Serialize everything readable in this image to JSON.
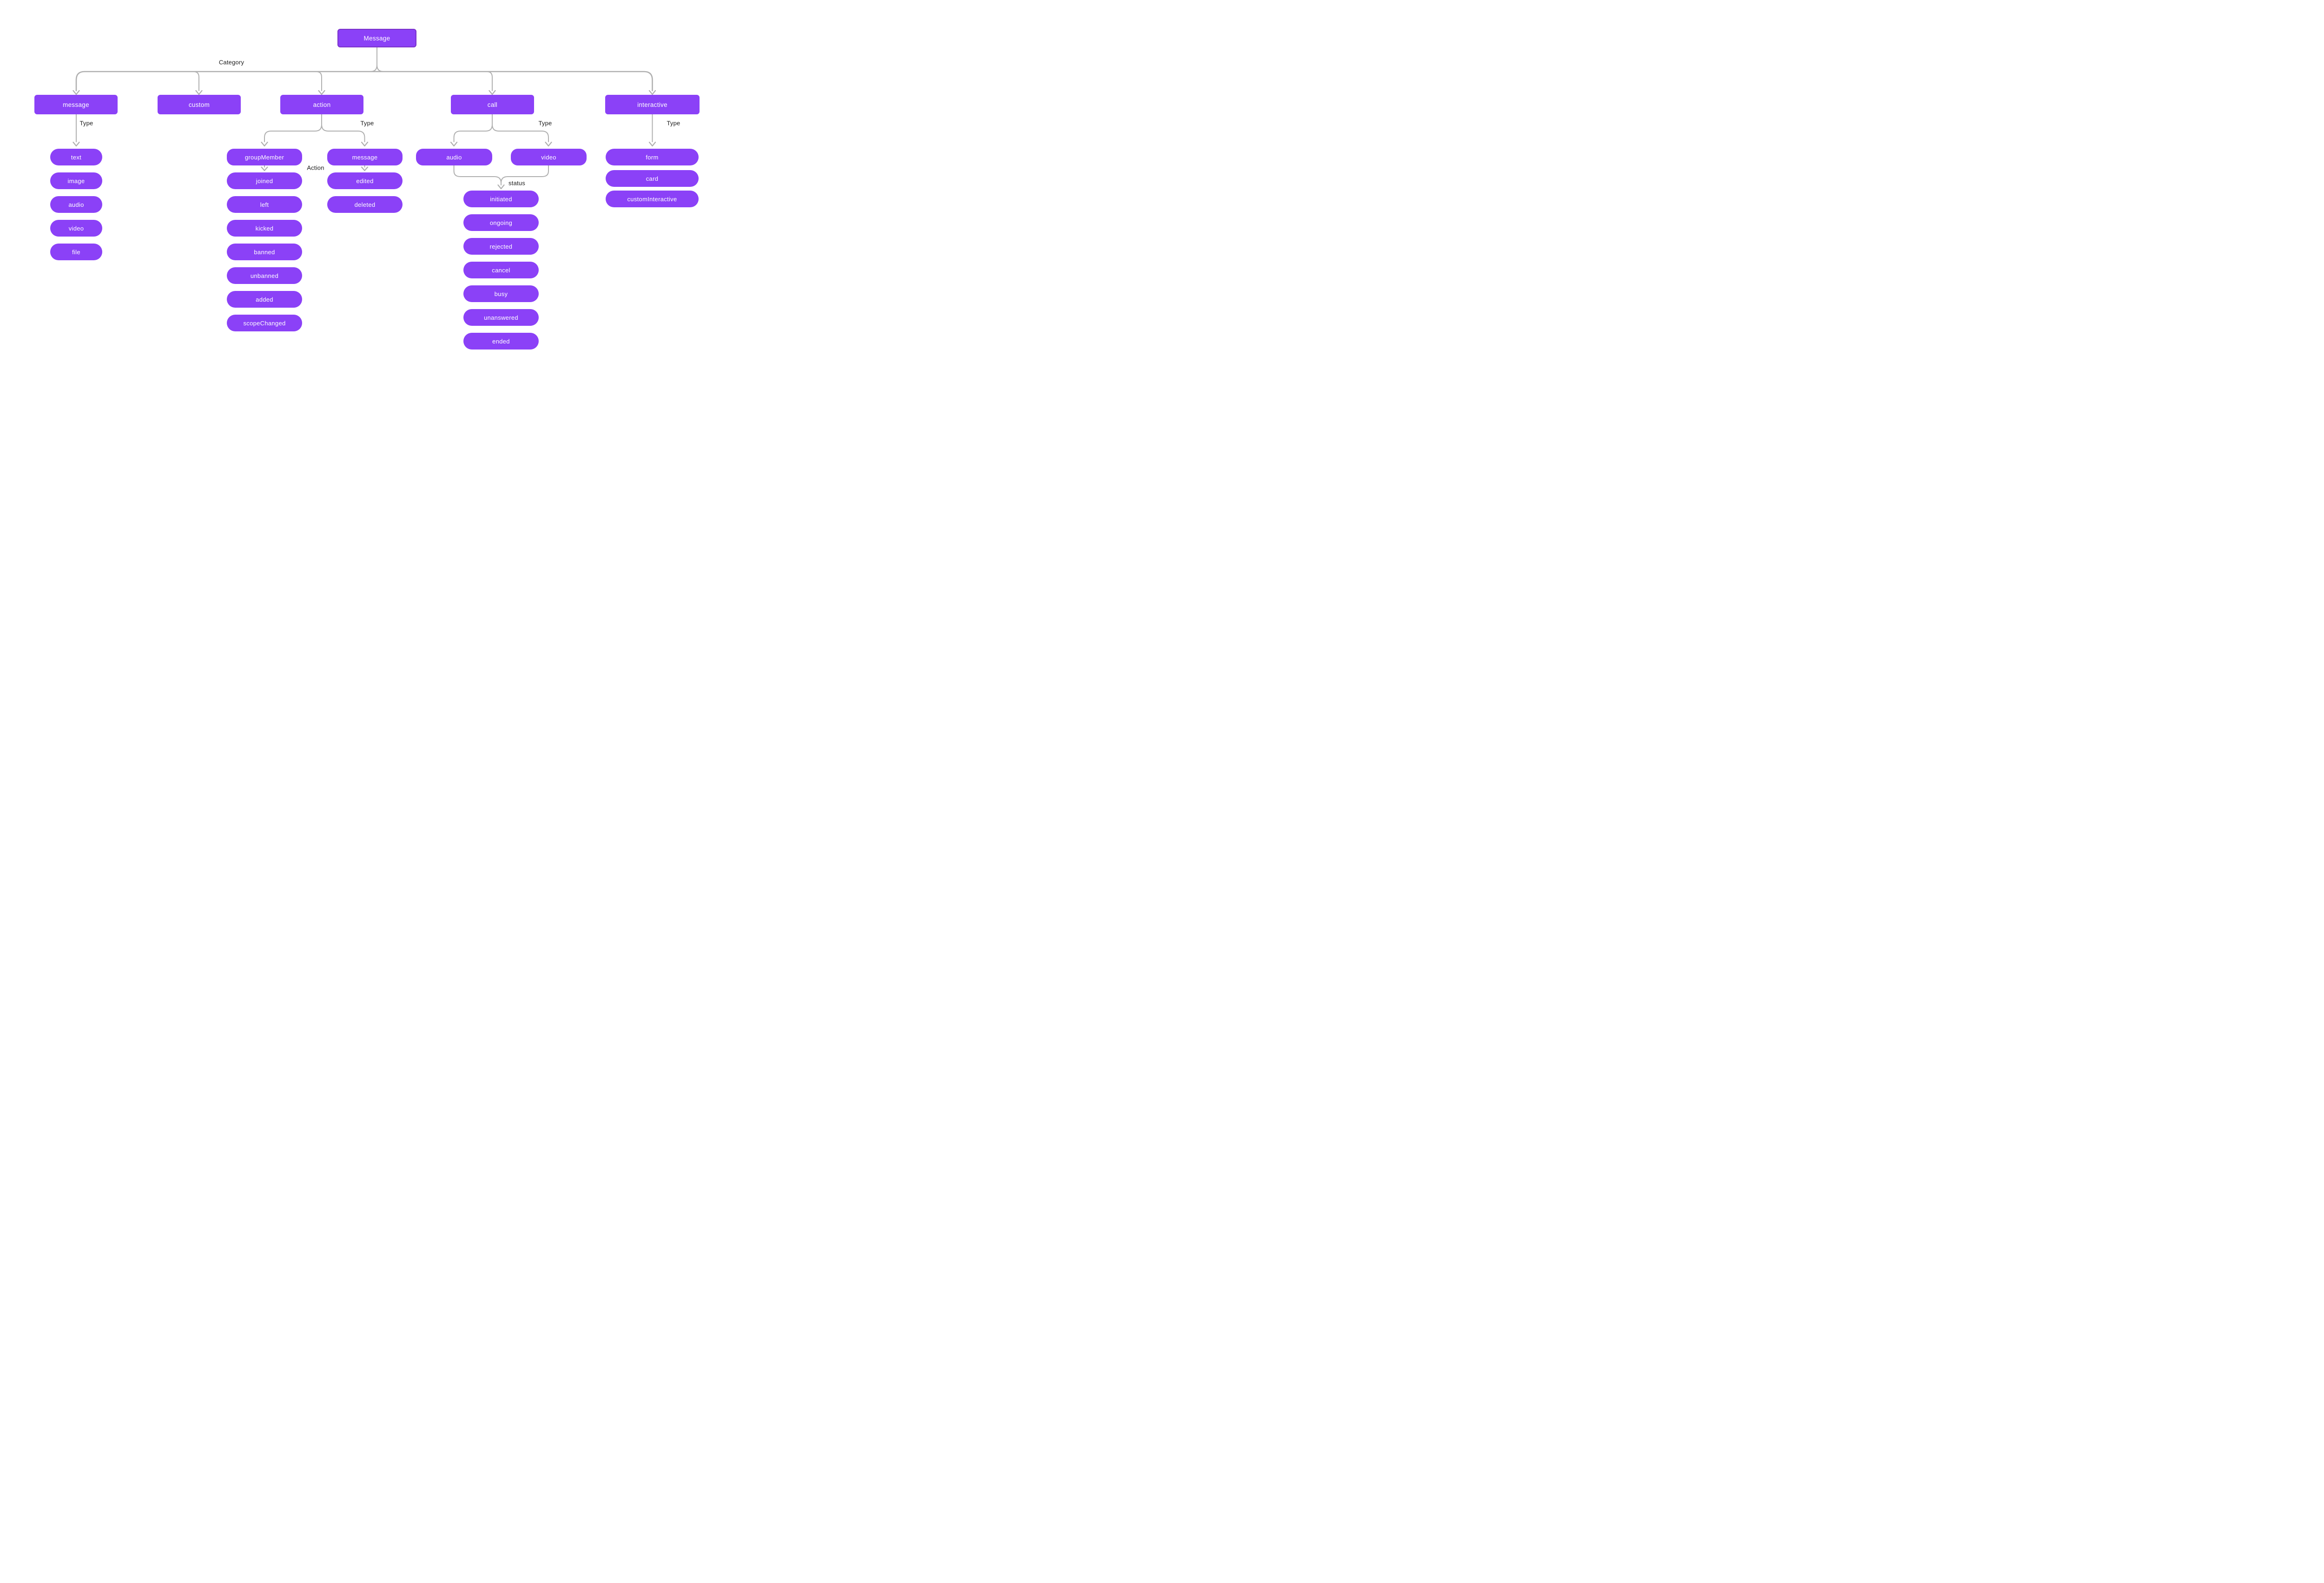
{
  "diagram": {
    "root_label": "Message",
    "trunk_label": "Category",
    "categories": {
      "message": {
        "label": "message",
        "edge_label": "Type",
        "types": [
          "text",
          "image",
          "audio",
          "video",
          "file"
        ]
      },
      "custom": {
        "label": "custom"
      },
      "action": {
        "label": "action",
        "edge_label": "Type",
        "group_member": {
          "label": "groupMember",
          "edge_label": "Action",
          "actions": [
            "joined",
            "left",
            "kicked",
            "banned",
            "unbanned",
            "added",
            "scopeChanged"
          ]
        },
        "message": {
          "label": "message",
          "actions": [
            "edited",
            "deleted"
          ]
        }
      },
      "call": {
        "label": "call",
        "edge_label": "Type",
        "types": [
          "audio",
          "video"
        ],
        "merge_label": "status",
        "statuses": [
          "initiated",
          "ongoing",
          "rejected",
          "cancel",
          "busy",
          "unanswered",
          "ended"
        ]
      },
      "interactive": {
        "label": "interactive",
        "edge_label": "Type",
        "types": [
          "form",
          "card",
          "customInteractive"
        ]
      }
    },
    "colors": {
      "node_fill": "#8b41f7",
      "root_border": "#7a32c9",
      "node_text": "#ffffff",
      "connector": "#b0b0b0",
      "label_text": "#1a1a1a",
      "background": "#ffffff"
    }
  }
}
